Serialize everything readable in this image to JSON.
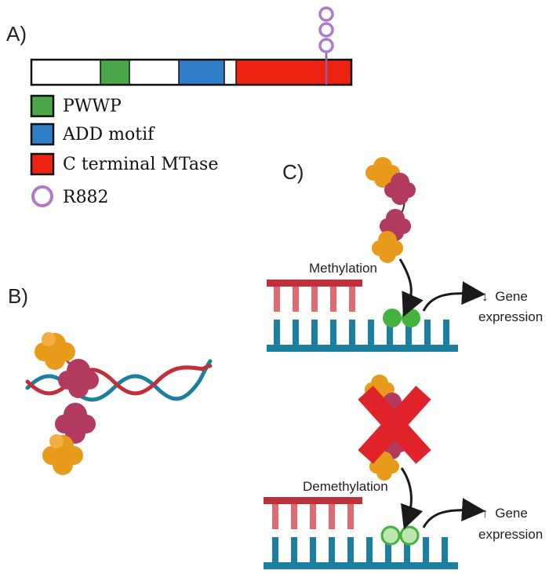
{
  "panels": {
    "a_label": "A)",
    "b_label": "B)",
    "c_label": "C)"
  },
  "legend": [
    {
      "label": "PWWP",
      "color": "#4aa84a",
      "shape": "square"
    },
    {
      "label": "ADD motif",
      "color": "#2f7ec7",
      "shape": "square"
    },
    {
      "label": "C terminal MTase",
      "color": "#ee2211",
      "shape": "square"
    },
    {
      "label": "R882",
      "color": "#b179c7",
      "shape": "circle"
    }
  ],
  "colors": {
    "pwwp": "#4aa84a",
    "add": "#2f7ec7",
    "mtase": "#ee2211",
    "r882": "#b179c7",
    "dna_red": "#c0303a",
    "dna_red_light": "#e06a72",
    "dna_blue": "#1b7fa0",
    "enzyme_orange": "#e89a1a",
    "enzyme_maroon": "#b23a5e",
    "methyl_green": "#45b23e",
    "cross_red": "#e0222a"
  },
  "methylation": {
    "process_label": "Methylation",
    "effect_arrow": "↓",
    "effect_line1": "Gene",
    "effect_line2": "expression"
  },
  "demethylation": {
    "process_label": "Demethylation",
    "effect_arrow": "↑",
    "effect_line1": "Gene",
    "effect_line2": "expression"
  }
}
